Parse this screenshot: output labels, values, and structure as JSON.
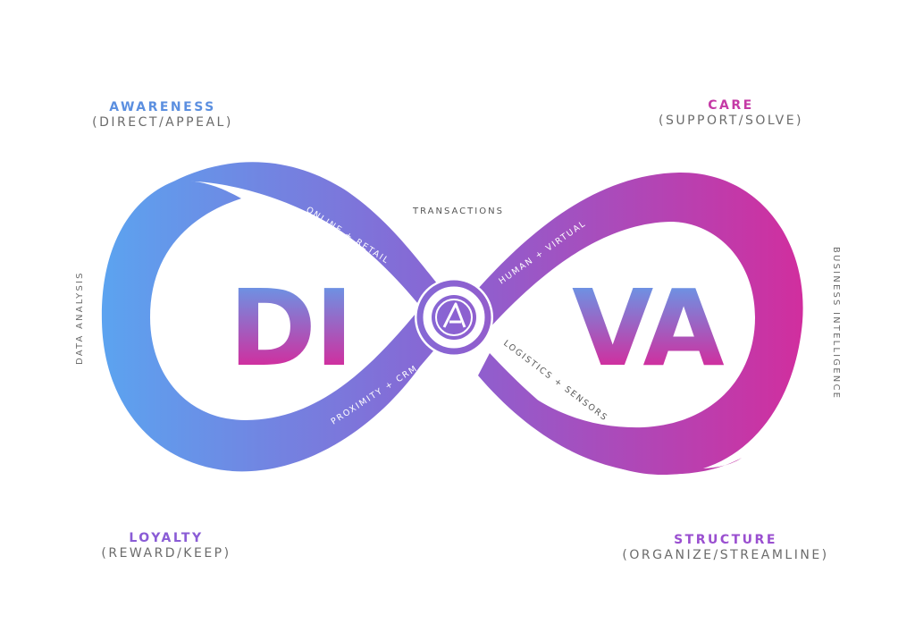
{
  "quadrants": {
    "awareness": {
      "title": "AWARENESS",
      "subtitle": "(DIRECT/APPEAL)",
      "color": "#5b8fe0"
    },
    "care": {
      "title": "CARE",
      "subtitle": "(SUPPORT/SOLVE)",
      "color": "#c53aa6"
    },
    "loyalty": {
      "title": "LOYALTY",
      "subtitle": "(REWARD/KEEP)",
      "color": "#8a5cd6"
    },
    "structure": {
      "title": "STRUCTURE",
      "subtitle": "(ORGANIZE/STREAMLINE)",
      "color": "#9a4fd0"
    }
  },
  "side_labels": {
    "left": "DATA ANALYSIS",
    "right": "BUSINESS INTELLIGENCE",
    "top": "TRANSACTIONS"
  },
  "band_labels": {
    "online_retail": "ONLINE + RETAIL",
    "proximity_crm": "PROXIMITY + CRM",
    "human_virtual": "HUMAN + VIRTUAL",
    "logistics_sensors": "LOGISTICS + SENSORS"
  },
  "logo": {
    "left_letters": "DI",
    "right_letters": "VA"
  },
  "colors": {
    "blue": "#5ba4f0",
    "purple": "#8a63d2",
    "magenta": "#d12e9e",
    "letter_top": "#5ba4f0",
    "letter_bottom": "#d12e9e"
  }
}
